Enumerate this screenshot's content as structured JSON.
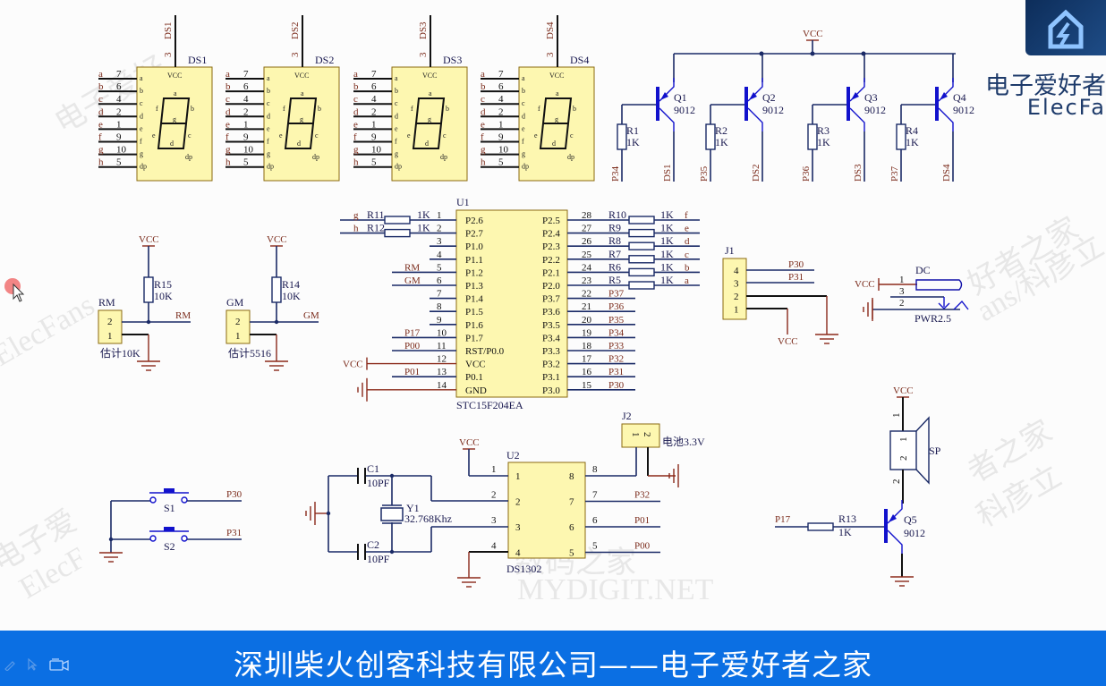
{
  "logo": {
    "cn": "电子爱好者",
    "en": "ElecFa",
    "icon": "house-lightning-icon"
  },
  "watermarks": [
    "电子爱好",
    "ElecFans",
    "好者之家",
    "ans/科彦立",
    "电子爱",
    "ElecF",
    "者之家",
    "科彦立",
    "数码之家",
    "MYDIGIT.NET"
  ],
  "displays": [
    {
      "ref": "DS1",
      "common_pin": "3",
      "net": "DS1"
    },
    {
      "ref": "DS2",
      "common_pin": "3",
      "net": "DS2"
    },
    {
      "ref": "DS3",
      "common_pin": "3",
      "net": "DS3"
    },
    {
      "ref": "DS4",
      "common_pin": "3",
      "net": "DS4"
    }
  ],
  "display_pins": [
    {
      "net": "a",
      "num": "7",
      "name": "a"
    },
    {
      "net": "b",
      "num": "6",
      "name": "b"
    },
    {
      "net": "c",
      "num": "4",
      "name": "c"
    },
    {
      "net": "d",
      "num": "2",
      "name": "d"
    },
    {
      "net": "e",
      "num": "1",
      "name": "e"
    },
    {
      "net": "f",
      "num": "9",
      "name": "f"
    },
    {
      "net": "g",
      "num": "10",
      "name": "g"
    },
    {
      "net": "h",
      "num": "5",
      "name": "dp"
    }
  ],
  "display_inner": {
    "vcc": "VCC",
    "segs": [
      "a",
      "b",
      "c",
      "d",
      "e",
      "f",
      "g",
      "dp"
    ]
  },
  "drivers": {
    "vcc": "VCC",
    "transistors": [
      {
        "ref": "Q1",
        "part": "9012",
        "r": "R1",
        "rv": "1K",
        "in": "P34",
        "out": "DS1"
      },
      {
        "ref": "Q2",
        "part": "9012",
        "r": "R2",
        "rv": "1K",
        "in": "P35",
        "out": "DS2"
      },
      {
        "ref": "Q3",
        "part": "9012",
        "r": "R3",
        "rv": "1K",
        "in": "P36",
        "out": "DS3"
      },
      {
        "ref": "Q4",
        "part": "9012",
        "r": "R4",
        "rv": "1K",
        "in": "P37",
        "out": "DS4"
      }
    ]
  },
  "mcu": {
    "ref": "U1",
    "part": "STC15F204EA",
    "left": [
      {
        "num": "1",
        "name": "P2.6",
        "net": "g",
        "res": "R11",
        "rv": "1K"
      },
      {
        "num": "2",
        "name": "P2.7",
        "net": "h",
        "res": "R12",
        "rv": "1K"
      },
      {
        "num": "3",
        "name": "P1.0",
        "net": ""
      },
      {
        "num": "4",
        "name": "P1.1",
        "net": ""
      },
      {
        "num": "5",
        "name": "P1.2",
        "net": "RM"
      },
      {
        "num": "6",
        "name": "P1.3",
        "net": "GM"
      },
      {
        "num": "7",
        "name": "P1.4",
        "net": ""
      },
      {
        "num": "8",
        "name": "P1.5",
        "net": ""
      },
      {
        "num": "9",
        "name": "P1.6",
        "net": ""
      },
      {
        "num": "10",
        "name": "P1.7",
        "net": "P17"
      },
      {
        "num": "11",
        "name": "RST/P0.0",
        "net": "P00"
      },
      {
        "num": "12",
        "name": "VCC",
        "net": "VCC"
      },
      {
        "num": "13",
        "name": "P0.1",
        "net": "P01"
      },
      {
        "num": "14",
        "name": "GND",
        "net": ""
      }
    ],
    "right": [
      {
        "num": "28",
        "name": "P2.5",
        "res": "R10",
        "rv": "1K",
        "net": "f"
      },
      {
        "num": "27",
        "name": "P2.4",
        "res": "R9",
        "rv": "1K",
        "net": "e"
      },
      {
        "num": "26",
        "name": "P2.3",
        "res": "R8",
        "rv": "1K",
        "net": "d"
      },
      {
        "num": "25",
        "name": "P2.2",
        "res": "R7",
        "rv": "1K",
        "net": "c"
      },
      {
        "num": "24",
        "name": "P2.1",
        "res": "R6",
        "rv": "1K",
        "net": "b"
      },
      {
        "num": "23",
        "name": "P2.0",
        "res": "R5",
        "rv": "1K",
        "net": "a"
      },
      {
        "num": "22",
        "name": "P3.7",
        "net": "P37"
      },
      {
        "num": "21",
        "name": "P3.6",
        "net": "P36"
      },
      {
        "num": "20",
        "name": "P3.5",
        "net": "P35"
      },
      {
        "num": "19",
        "name": "P3.4",
        "net": "P34"
      },
      {
        "num": "18",
        "name": "P3.3",
        "net": "P33"
      },
      {
        "num": "17",
        "name": "P3.2",
        "net": "P32"
      },
      {
        "num": "16",
        "name": "P3.1",
        "net": "P31"
      },
      {
        "num": "15",
        "name": "P3.0",
        "net": "P30"
      }
    ]
  },
  "sensors": [
    {
      "ref": "RM",
      "res": "R15",
      "rv": "10K",
      "vcc": "VCC",
      "net": "RM",
      "note": "估计10K",
      "pins": [
        "2",
        "1"
      ]
    },
    {
      "ref": "GM",
      "res": "R14",
      "rv": "10K",
      "vcc": "VCC",
      "net": "GM",
      "note": "估计5516",
      "pins": [
        "2",
        "1"
      ]
    }
  ],
  "j1": {
    "ref": "J1",
    "pins": [
      "4",
      "3",
      "2",
      "1"
    ],
    "nets": [
      "P30",
      "P31"
    ],
    "vcc": "VCC"
  },
  "dc": {
    "ref": "DC",
    "part": "PWR2.5",
    "vcc": "VCC",
    "pins": [
      "1",
      "3",
      "2"
    ]
  },
  "switches": [
    {
      "ref": "S1",
      "net": "P30"
    },
    {
      "ref": "S2",
      "net": "P31"
    }
  ],
  "rtc": {
    "ref": "U2",
    "part": "DS1302",
    "vcc": "VCC",
    "left": [
      "1",
      "2",
      "3",
      "4"
    ],
    "right": [
      {
        "num": "8",
        "net": ""
      },
      {
        "num": "7",
        "net": "P32"
      },
      {
        "num": "6",
        "net": "P01"
      },
      {
        "num": "5",
        "net": "P00"
      }
    ],
    "c1": {
      "ref": "C1",
      "val": "10PF"
    },
    "c2": {
      "ref": "C2",
      "val": "10PF"
    },
    "xtal": {
      "ref": "Y1",
      "val": "32.768Khz"
    },
    "battery": {
      "ref": "J2",
      "pins": [
        "1",
        "2"
      ],
      "label": "电池3.3V"
    }
  },
  "buzzer": {
    "ref": "SP",
    "vcc": "VCC",
    "pins": [
      "1",
      "2"
    ],
    "q": "Q5",
    "part": "9012",
    "r": "R13",
    "rv": "1K",
    "in": "P17"
  },
  "footer": {
    "title": "深圳柴火创客科技有限公司——电子爱好者之家"
  }
}
